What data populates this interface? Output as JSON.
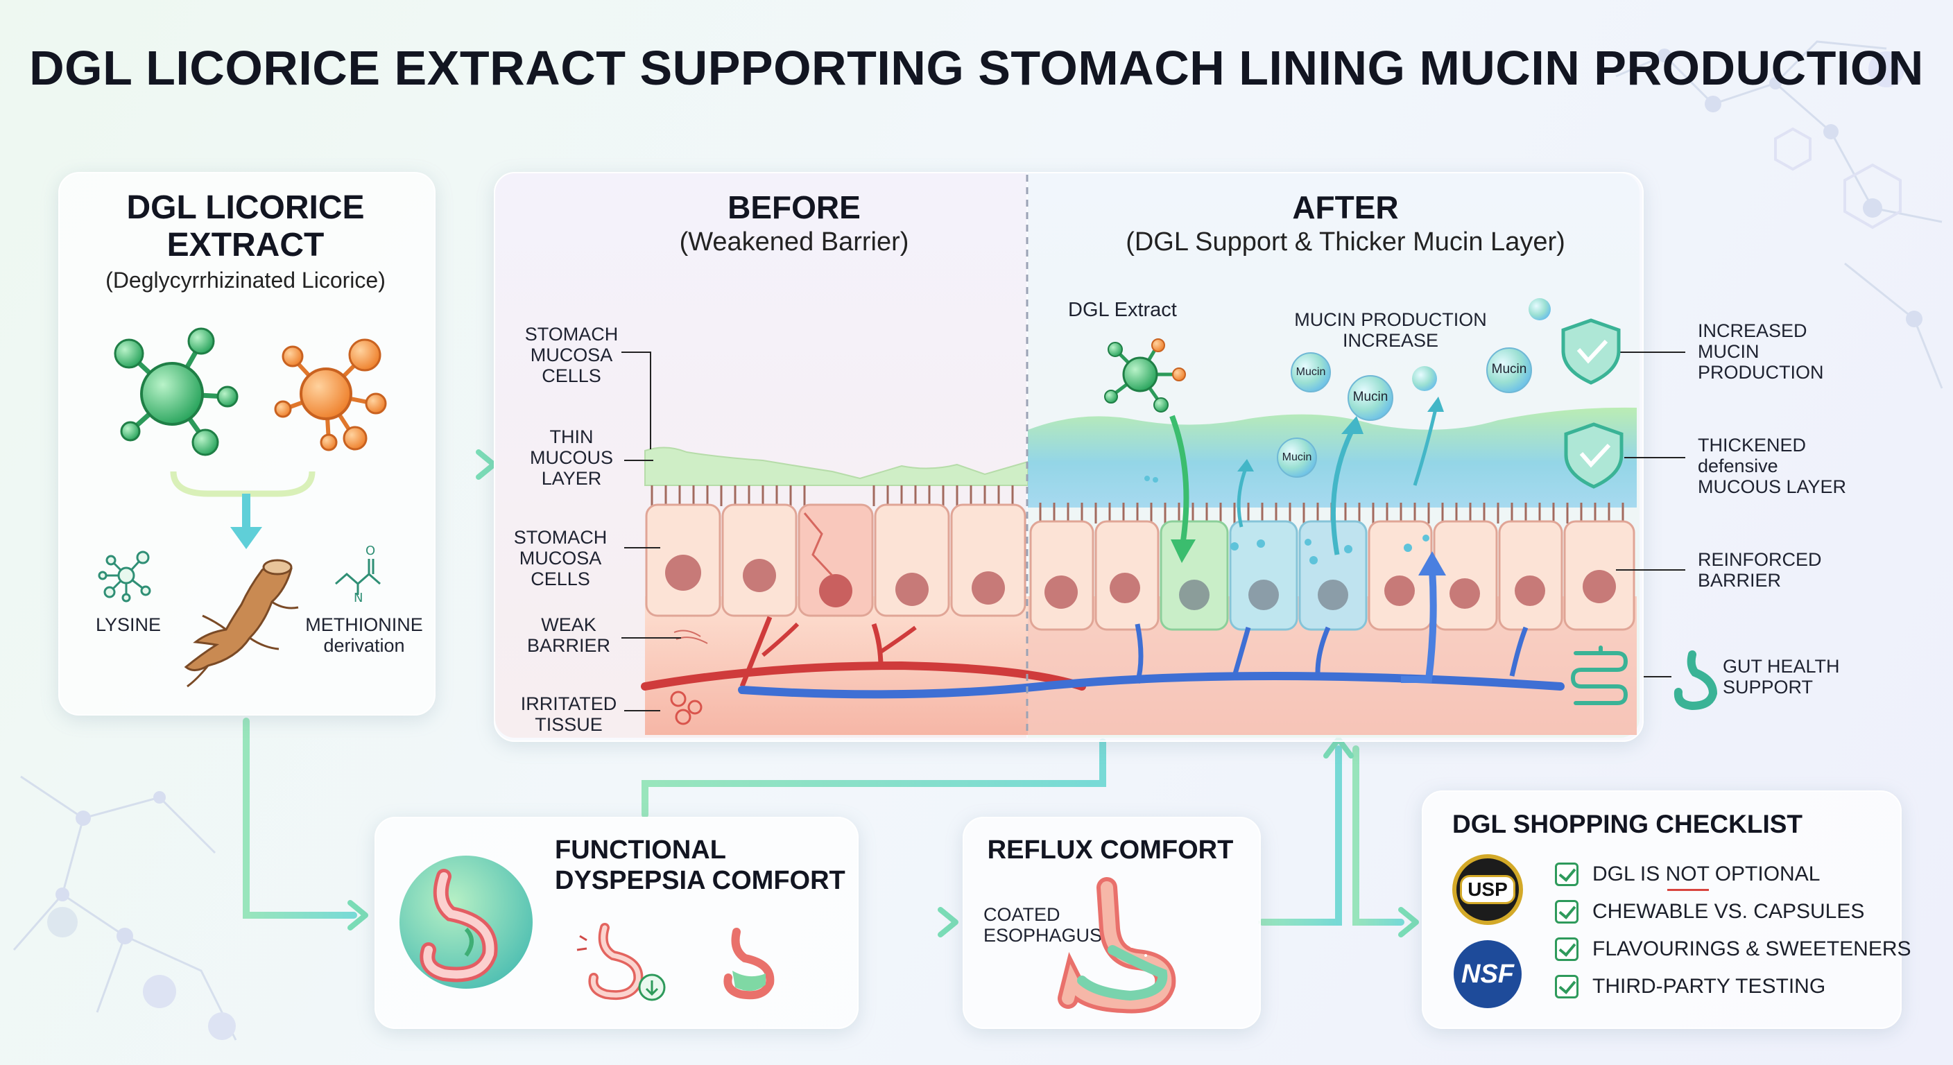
{
  "title": "DGL LICORICE EXTRACT SUPPORTING STOMACH LINING MUCIN PRODUCTION",
  "extract_card": {
    "heading_line1": "DGL LICORICE",
    "heading_line2": "EXTRACT",
    "subheading": "(Deglycyrrhizinated Licorice)",
    "lysine": "LYSINE",
    "methionine_line1": "METHIONINE",
    "methionine_line2": "derivation",
    "n_label": "N",
    "o_label": "O"
  },
  "comparison": {
    "before_title": "BEFORE",
    "before_sub": "(Weakened Barrier)",
    "after_title": "AFTER",
    "after_sub": "(DGL Support & Thicker Mucin Layer)",
    "left_labels": [
      [
        "STOMACH",
        "MUCOSA",
        "CELLS"
      ],
      [
        "THIN",
        "MUCOUS",
        "LAYER"
      ],
      [
        "STOMACH",
        "MUCOSA",
        "CELLS"
      ],
      [
        "WEAK",
        "BARRIER"
      ],
      [
        "IRRITATED",
        "TISSUE"
      ]
    ],
    "dgl_extract": "DGL Extract",
    "mucin_increase_line1": "MUCIN PRODUCTION",
    "mucin_increase_line2": "INCREASE",
    "mucin_bubble": "Mucin",
    "right_labels": [
      [
        "INCREASED",
        "MUCIN",
        "PRODUCTION"
      ],
      [
        "THICKENED",
        "defensive",
        "MUCOUS LAYER"
      ],
      [
        "REINFORCED",
        "BARRIER"
      ],
      [
        "GUT HEALTH",
        "SUPPORT"
      ]
    ]
  },
  "dyspepsia_card": {
    "line1": "FUNCTIONAL",
    "line2": "DYSPEPSIA COMFORT"
  },
  "reflux_card": {
    "title": "REFLUX COMFORT",
    "label_line1": "COATED",
    "label_line2": "ESOPHAGUS"
  },
  "checklist": {
    "title": "DGL SHOPPING CHECKLIST",
    "usp_logo": "USP",
    "nsf_logo": "NSF",
    "items": [
      "DGL IS NOT OPTIONAL",
      "CHEWABLE VS. CAPSULES",
      "FLAVOURINGS & SWEETENERS",
      "THIRD-PARTY TESTING"
    ]
  },
  "colors": {
    "green": "#2fae6a",
    "orange": "#f08b3a",
    "blue": "#3d6fd1",
    "red": "#d9443f",
    "teal": "#3fc2b8"
  }
}
